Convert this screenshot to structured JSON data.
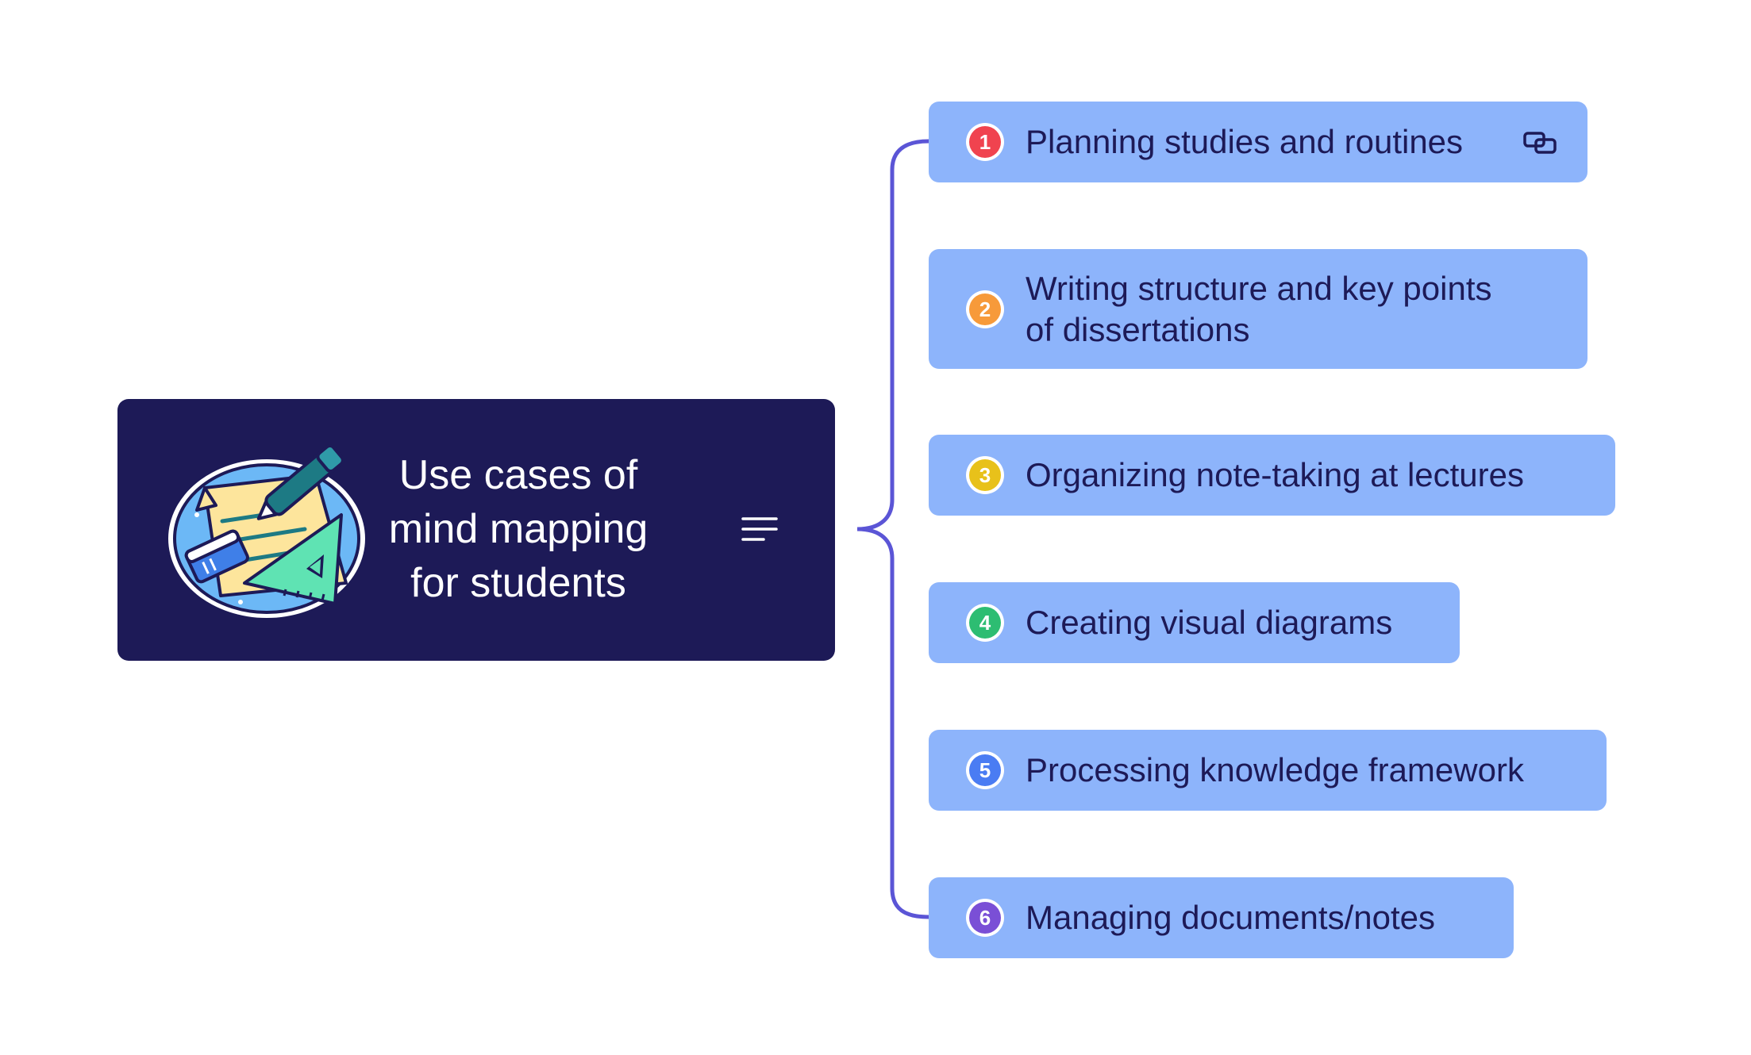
{
  "central": {
    "title_lines": [
      "Use cases of",
      "mind mapping",
      "for students"
    ],
    "illustration_icon": "stationery-illustration-icon",
    "notes_icon": "notes-lines-icon"
  },
  "colors": {
    "central_bg": "#1d1a57",
    "topic_bg": "#8db4fb",
    "topic_text": "#1d1a57",
    "connector": "#5b55d6"
  },
  "topics": [
    {
      "number": "1",
      "lines": [
        "Planning studies and routines"
      ],
      "badge_color": "#f0434f",
      "icon": "link-icon"
    },
    {
      "number": "2",
      "lines": [
        "Writing structure and key points",
        "of dissertations"
      ],
      "badge_color": "#f79a3a"
    },
    {
      "number": "3",
      "lines": [
        "Organizing note-taking at lectures"
      ],
      "badge_color": "#e8c11a"
    },
    {
      "number": "4",
      "lines": [
        "Creating visual diagrams"
      ],
      "badge_color": "#2dbd72"
    },
    {
      "number": "5",
      "lines": [
        "Processing knowledge framework"
      ],
      "badge_color": "#4a7cf3"
    },
    {
      "number": "6",
      "lines": [
        "Managing documents/notes"
      ],
      "badge_color": "#7a4fd6"
    }
  ]
}
